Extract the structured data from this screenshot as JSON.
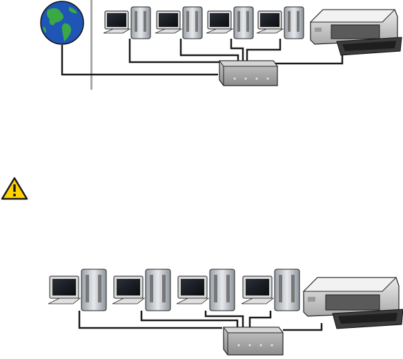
{
  "colors": {
    "globe_ocean": "#1f55b5",
    "globe_land": "#3aa845",
    "divider": "#a8a8a8",
    "cable": "#1a1a1a",
    "hub_body": "#a9a9a9",
    "printer_body": "#d4d4d4",
    "warning_fill": "#ffd200",
    "warning_border": "#1a1a1a"
  },
  "icons": {
    "internet": "globe-icon",
    "divider": "divider-line",
    "hub": "network-hub-icon",
    "printer": "printer-icon",
    "computer": "computer-icon",
    "warning": "warning-triangle-icon"
  },
  "diagrams": [
    {
      "id": "top",
      "has_internet": true,
      "computers": 4,
      "printers": 1,
      "hubs": 1
    },
    {
      "id": "bottom",
      "has_internet": false,
      "computers": 4,
      "printers": 1,
      "hubs": 1
    }
  ]
}
